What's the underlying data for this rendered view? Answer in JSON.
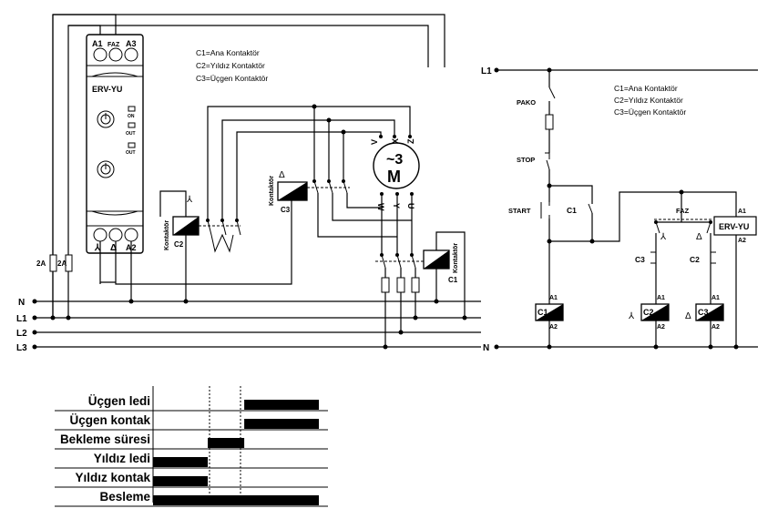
{
  "legend_left": [
    "C1=Ana Kontaktör",
    "C2=Yıldız Kontaktör",
    "C3=Üçgen Kontaktör"
  ],
  "legend_right": [
    "C1=Ana Kontaktör",
    "C2=Yıldız Kontaktör",
    "C3=Üçgen Kontaktör"
  ],
  "relay": {
    "top_terminals": [
      "A1",
      "FAZ",
      "A3"
    ],
    "name": "ERV-YU",
    "on_label": "ON",
    "out_label": "OUT",
    "bottom_terminals": [
      "⅄",
      "Δ",
      "A2"
    ]
  },
  "motor": {
    "symbol": "~3",
    "letter": "M",
    "top_terminals": [
      "V",
      "X",
      "Z"
    ],
    "bottom_terminals": [
      "W",
      "Y",
      "U"
    ]
  },
  "fuses": [
    "2A",
    "2A"
  ],
  "mains_left": [
    "N",
    "L1",
    "L2",
    "L3"
  ],
  "mains_right": {
    "top": "L1",
    "bottom": "N"
  },
  "contactors_left": [
    {
      "id": "C2",
      "side": "Kontaktör",
      "mark": "⅄"
    },
    {
      "id": "C3",
      "side": "Kontaktör",
      "mark": "Δ"
    },
    {
      "id": "C1",
      "side": "Kontaktör"
    }
  ],
  "control": {
    "pako": "PAKO",
    "stop": "STOP",
    "start": "START",
    "c1_contact": "C1",
    "faz": "FAZ",
    "a1": "A1",
    "a2": "A2",
    "erv": "ERV-YU",
    "c3_contact": "C3",
    "c2_contact": "C2",
    "coils": [
      {
        "id": "C1",
        "a1": "A1",
        "a2": "A2"
      },
      {
        "id": "C2",
        "a1": "A1",
        "a2": "A2",
        "mark": "⅄"
      },
      {
        "id": "C3",
        "a1": "A1",
        "a2": "A2",
        "mark": "Δ"
      }
    ],
    "star_mark": "⅄",
    "delta_mark": "Δ"
  },
  "timing": {
    "rows": [
      "Üçgen ledi",
      "Üçgen kontak",
      "Bekleme süresi",
      "Yıldız ledi",
      "Yıldız kontak",
      "Besleme"
    ],
    "bars": [
      [
        [
          0.55,
          1.0
        ]
      ],
      [
        [
          0.55,
          1.0
        ]
      ],
      [
        [
          0.33,
          0.55
        ]
      ],
      [
        [
          0.0,
          0.33
        ]
      ],
      [
        [
          0.0,
          0.33
        ]
      ],
      [
        [
          0.0,
          1.0
        ]
      ]
    ]
  }
}
